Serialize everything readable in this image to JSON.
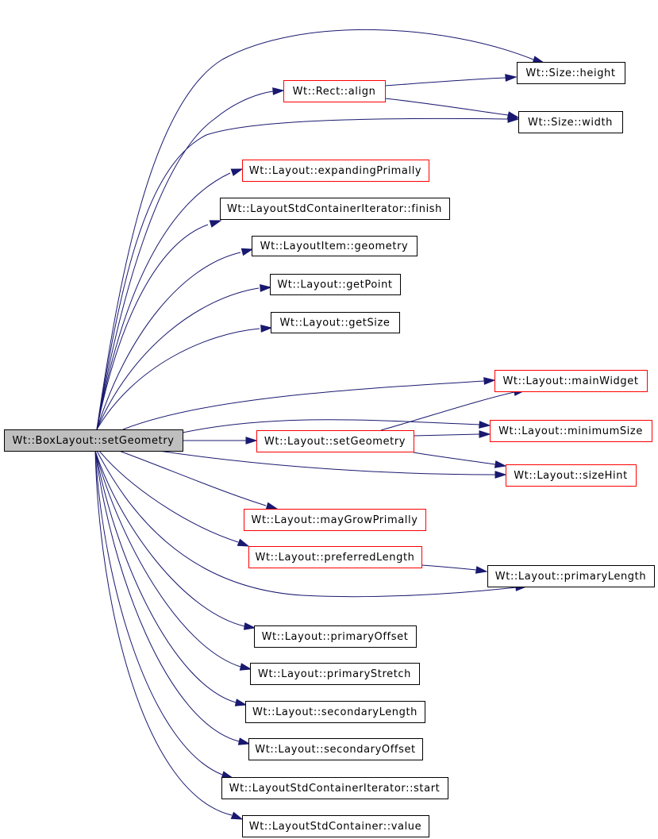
{
  "diagram": {
    "nodes": [
      {
        "id": "setGeometryBox",
        "label": "Wt::BoxLayout::setGeometry",
        "style": "root"
      },
      {
        "id": "sizeHeight",
        "label": "Wt::Size::height",
        "style": "plain"
      },
      {
        "id": "rectAlign",
        "label": "Wt::Rect::align",
        "style": "linked"
      },
      {
        "id": "sizeWidth",
        "label": "Wt::Size::width",
        "style": "plain"
      },
      {
        "id": "expandingPrimally",
        "label": "Wt::Layout::expandingPrimally",
        "style": "linked"
      },
      {
        "id": "finish",
        "label": "Wt::LayoutStdContainerIterator::finish",
        "style": "plain"
      },
      {
        "id": "itemGeometry",
        "label": "Wt::LayoutItem::geometry",
        "style": "plain"
      },
      {
        "id": "getPoint",
        "label": "Wt::Layout::getPoint",
        "style": "plain"
      },
      {
        "id": "getSize",
        "label": "Wt::Layout::getSize",
        "style": "plain"
      },
      {
        "id": "mainWidget",
        "label": "Wt::Layout::mainWidget",
        "style": "linked"
      },
      {
        "id": "minimumSize",
        "label": "Wt::Layout::minimumSize",
        "style": "linked"
      },
      {
        "id": "layoutSetGeometry",
        "label": "Wt::Layout::setGeometry",
        "style": "linked"
      },
      {
        "id": "sizeHint",
        "label": "Wt::Layout::sizeHint",
        "style": "linked"
      },
      {
        "id": "mayGrowPrimally",
        "label": "Wt::Layout::mayGrowPrimally",
        "style": "linked"
      },
      {
        "id": "preferredLength",
        "label": "Wt::Layout::preferredLength",
        "style": "linked"
      },
      {
        "id": "primaryLength",
        "label": "Wt::Layout::primaryLength",
        "style": "plain"
      },
      {
        "id": "primaryOffset",
        "label": "Wt::Layout::primaryOffset",
        "style": "plain"
      },
      {
        "id": "primaryStretch",
        "label": "Wt::Layout::primaryStretch",
        "style": "plain"
      },
      {
        "id": "secondaryLength",
        "label": "Wt::Layout::secondaryLength",
        "style": "plain"
      },
      {
        "id": "secondaryOffset",
        "label": "Wt::Layout::secondaryOffset",
        "style": "plain"
      },
      {
        "id": "iterStart",
        "label": "Wt::LayoutStdContainerIterator::start",
        "style": "plain"
      },
      {
        "id": "containerValue",
        "label": "Wt::LayoutStdContainer::value",
        "style": "plain"
      }
    ],
    "edges": [
      {
        "from": "setGeometryBox",
        "to": "sizeHeight"
      },
      {
        "from": "setGeometryBox",
        "to": "rectAlign"
      },
      {
        "from": "setGeometryBox",
        "to": "sizeWidth"
      },
      {
        "from": "setGeometryBox",
        "to": "expandingPrimally"
      },
      {
        "from": "setGeometryBox",
        "to": "finish"
      },
      {
        "from": "setGeometryBox",
        "to": "itemGeometry"
      },
      {
        "from": "setGeometryBox",
        "to": "getPoint"
      },
      {
        "from": "setGeometryBox",
        "to": "getSize"
      },
      {
        "from": "setGeometryBox",
        "to": "mainWidget"
      },
      {
        "from": "setGeometryBox",
        "to": "minimumSize"
      },
      {
        "from": "setGeometryBox",
        "to": "layoutSetGeometry"
      },
      {
        "from": "setGeometryBox",
        "to": "sizeHint"
      },
      {
        "from": "setGeometryBox",
        "to": "mayGrowPrimally"
      },
      {
        "from": "setGeometryBox",
        "to": "preferredLength"
      },
      {
        "from": "setGeometryBox",
        "to": "primaryLength"
      },
      {
        "from": "setGeometryBox",
        "to": "primaryOffset"
      },
      {
        "from": "setGeometryBox",
        "to": "primaryStretch"
      },
      {
        "from": "setGeometryBox",
        "to": "secondaryLength"
      },
      {
        "from": "setGeometryBox",
        "to": "secondaryOffset"
      },
      {
        "from": "setGeometryBox",
        "to": "iterStart"
      },
      {
        "from": "setGeometryBox",
        "to": "containerValue"
      },
      {
        "from": "rectAlign",
        "to": "sizeHeight"
      },
      {
        "from": "rectAlign",
        "to": "sizeWidth"
      },
      {
        "from": "layoutSetGeometry",
        "to": "mainWidget"
      },
      {
        "from": "layoutSetGeometry",
        "to": "minimumSize"
      },
      {
        "from": "layoutSetGeometry",
        "to": "sizeHint"
      },
      {
        "from": "preferredLength",
        "to": "primaryLength"
      }
    ],
    "colors": {
      "edge": "#191970",
      "root_fill": "#bfbfbf",
      "root_border": "#000000",
      "linked_border": "#ff0000",
      "plain_border": "#000000",
      "node_fill": "#ffffff"
    }
  }
}
